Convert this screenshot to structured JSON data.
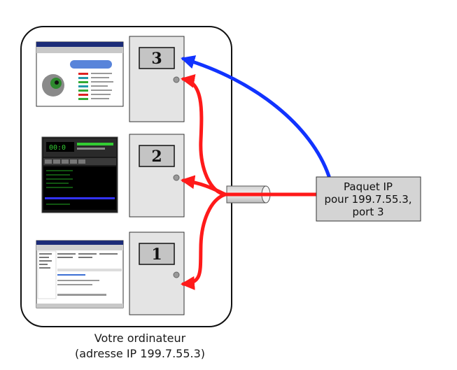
{
  "computer": {
    "caption_line1": "Votre ordinateur",
    "caption_line2": "(adresse IP 199.7.55.3)"
  },
  "doors": [
    {
      "number": "3"
    },
    {
      "number": "2"
    },
    {
      "number": "1"
    }
  ],
  "packet": {
    "line1": "Paquet IP",
    "line2": "pour 199.7.55.3,",
    "line3": "port 3",
    "port_color": "#1a3cff"
  },
  "colors": {
    "red_arrows": "#ff1a1a",
    "blue_arrow": "#1133ff",
    "door_fill": "#e4e4e4",
    "packet_fill": "#d4d4d4"
  },
  "screens": [
    {
      "name": "web-browser-screen",
      "icon": "browser"
    },
    {
      "name": "media-player-screen",
      "icon": "music-player"
    },
    {
      "name": "file-manager-screen",
      "icon": "file-manager"
    }
  ]
}
